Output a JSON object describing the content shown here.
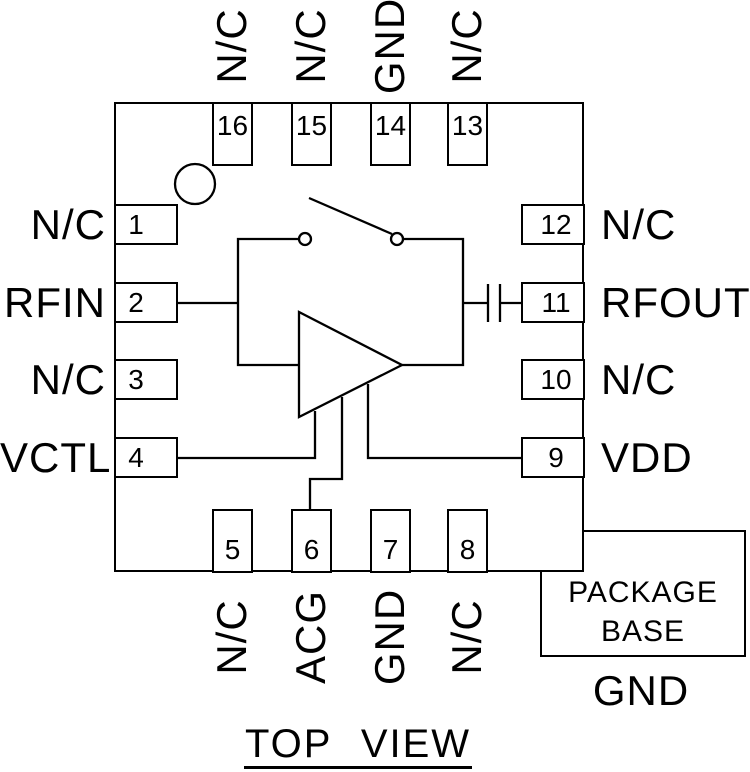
{
  "caption": "TOP VIEW",
  "colors": {
    "line": "#000000",
    "background": "#ffffff"
  },
  "pins": {
    "top": [
      {
        "num": "16",
        "label": "N/C"
      },
      {
        "num": "15",
        "label": "N/C"
      },
      {
        "num": "14",
        "label": "GND"
      },
      {
        "num": "13",
        "label": "N/C"
      }
    ],
    "left": [
      {
        "num": "1",
        "label": "N/C"
      },
      {
        "num": "2",
        "label": "RFIN"
      },
      {
        "num": "3",
        "label": "N/C"
      },
      {
        "num": "4",
        "label": "VCTL"
      }
    ],
    "right": [
      {
        "num": "12",
        "label": "N/C"
      },
      {
        "num": "11",
        "label": "RFOUT"
      },
      {
        "num": "10",
        "label": "N/C"
      },
      {
        "num": "9",
        "label": "VDD"
      }
    ],
    "bottom": [
      {
        "num": "5",
        "label": "N/C"
      },
      {
        "num": "6",
        "label": "ACG"
      },
      {
        "num": "7",
        "label": "GND"
      },
      {
        "num": "8",
        "label": "N/C"
      }
    ]
  },
  "package_base": {
    "line1": "PACKAGE",
    "line2": "BASE",
    "ground_label": "GND"
  }
}
